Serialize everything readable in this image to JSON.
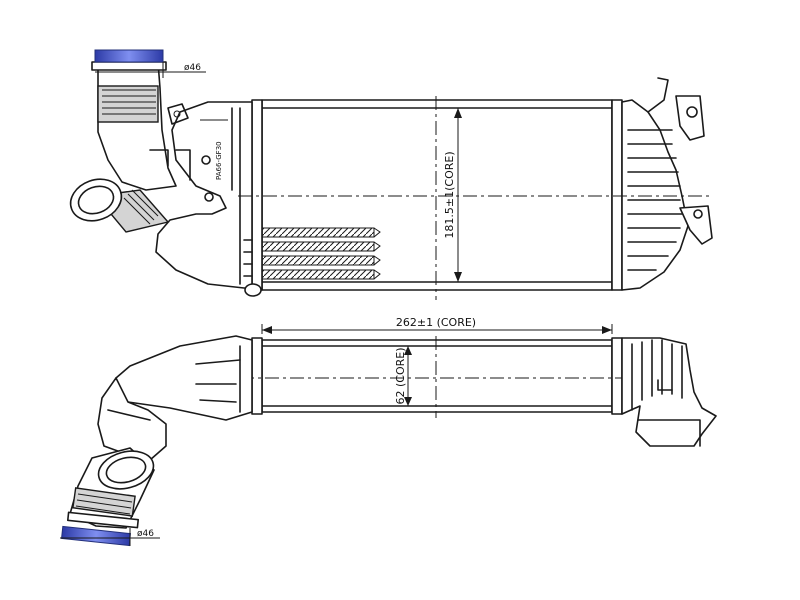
{
  "dimensions": {
    "core_height_label": "181.5±1(CORE)",
    "core_length_label": "262±1 (CORE)",
    "core_depth_label": "62 (CORE)",
    "inlet_diameter_label": "ø46",
    "outlet_diameter_label": "ø46"
  },
  "part_marking": "PA66-GF30",
  "colors": {
    "flange_marker": "#4a5ccc",
    "line": "#1a1a1a"
  }
}
